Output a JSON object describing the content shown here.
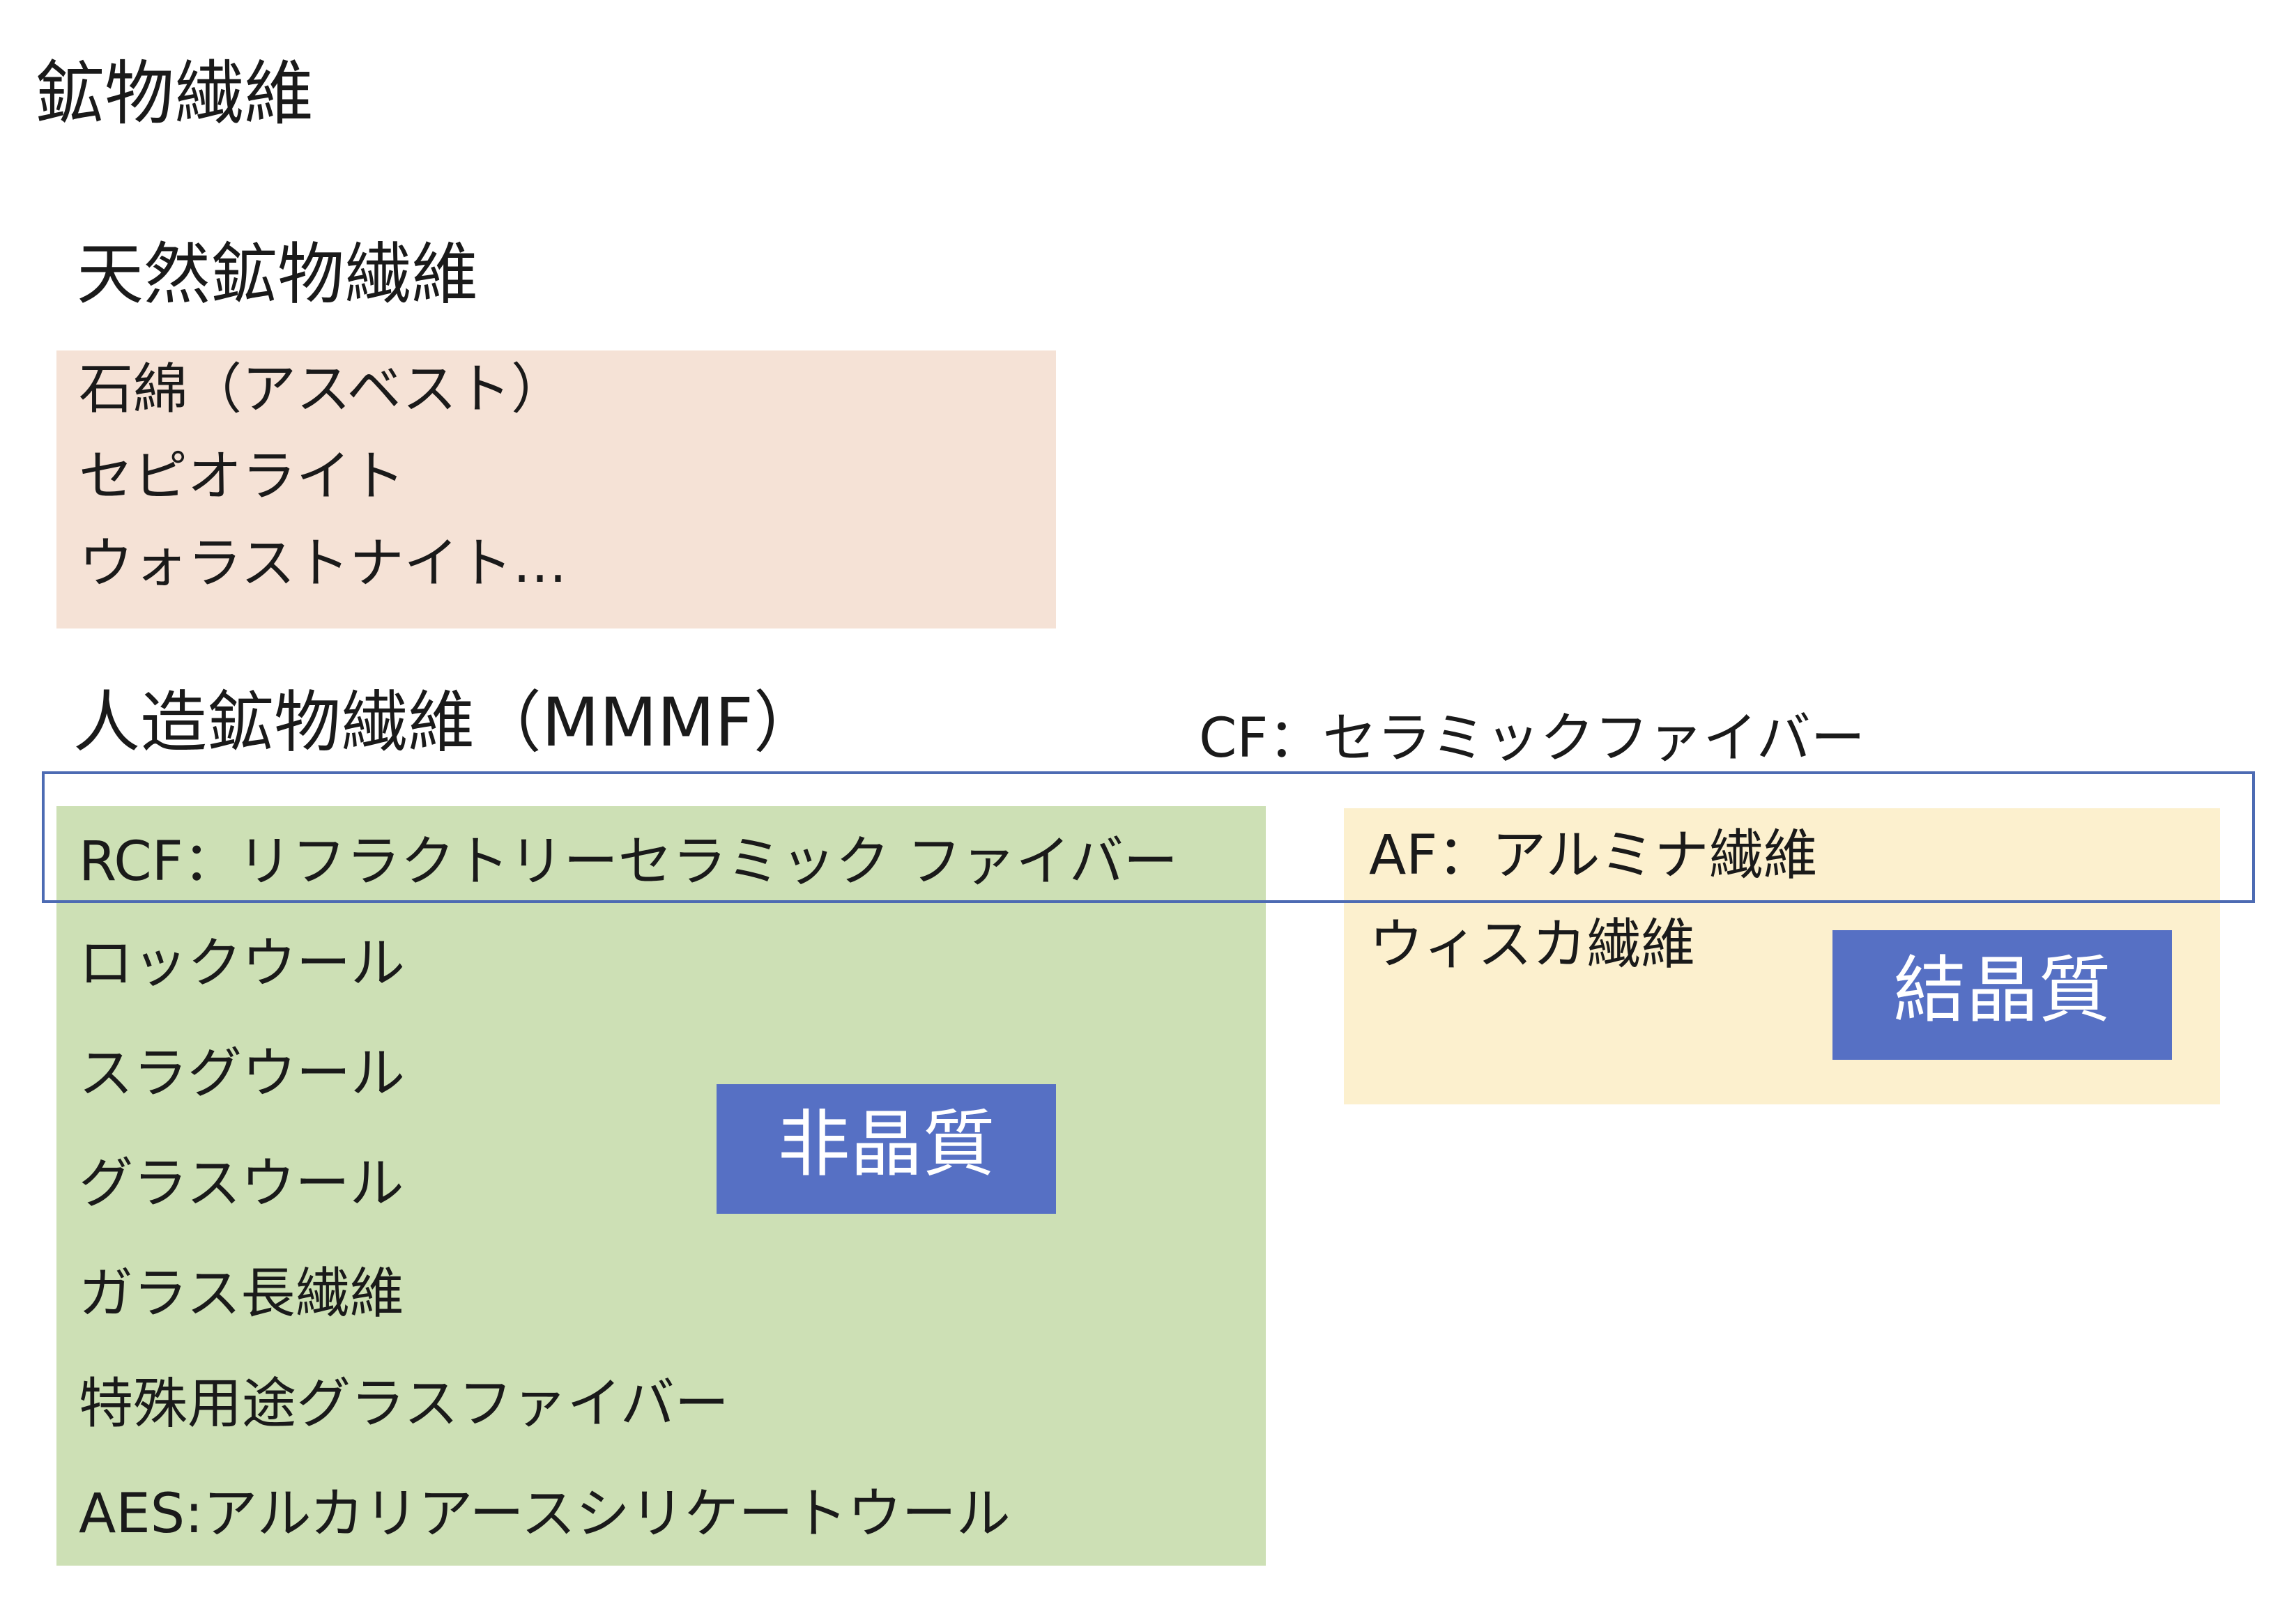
{
  "title": "鉱物繊維",
  "natural": {
    "heading": "天然鉱物繊維",
    "items": [
      "石綿（アスベスト）",
      "セピオライト",
      "ウォラストナイト…"
    ]
  },
  "manmade": {
    "heading": "人造鉱物繊維（MMMF）",
    "items": [
      "RCF：リフラクトリーセラミック ファイバー",
      "ロックウール",
      "スラグウール",
      "グラスウール",
      "ガラス長繊維",
      "特殊用途グラスファイバー",
      "AES:アルカリアースシリケートウール"
    ],
    "tag": "非晶質"
  },
  "crystalline": {
    "items": [
      "AF：アルミナ繊維",
      "ウィスカ繊維"
    ],
    "tag": "結晶質"
  },
  "ceramic_fiber_label": "CF：セラミックファイバー",
  "colors": {
    "natural_fill": "#f5e2d6",
    "manmade_fill": "#cde0b5",
    "crystalline_fill": "#fcf0ce",
    "tag_fill": "#5670c4",
    "cf_outline": "#4d6bb3"
  }
}
